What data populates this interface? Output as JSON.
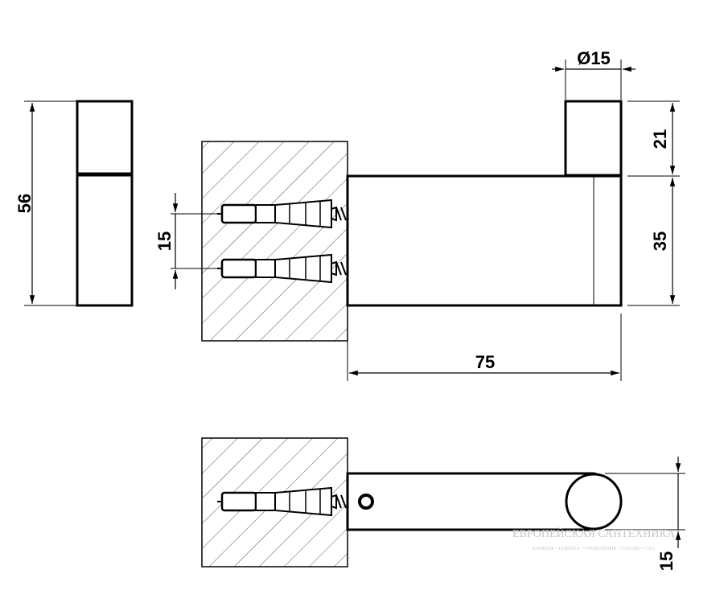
{
  "dimensions": {
    "total_height": "56",
    "anchor_spacing": "15",
    "diameter": "Ø15",
    "cap_height": "21",
    "body_height": "35",
    "length": "75",
    "bottom_thickness": "15"
  },
  "watermark": {
    "line1": "ЕВРОПЕЙСКАЯ САНТЕХНИКА",
    "line2": "КАМЕНЬ • ПЛИТКА • ОТОПЛЕНИЕ • САУНЫ • СПА"
  },
  "colors": {
    "line": "#000000",
    "watermark": "#c8c8c8",
    "background": "#ffffff"
  }
}
